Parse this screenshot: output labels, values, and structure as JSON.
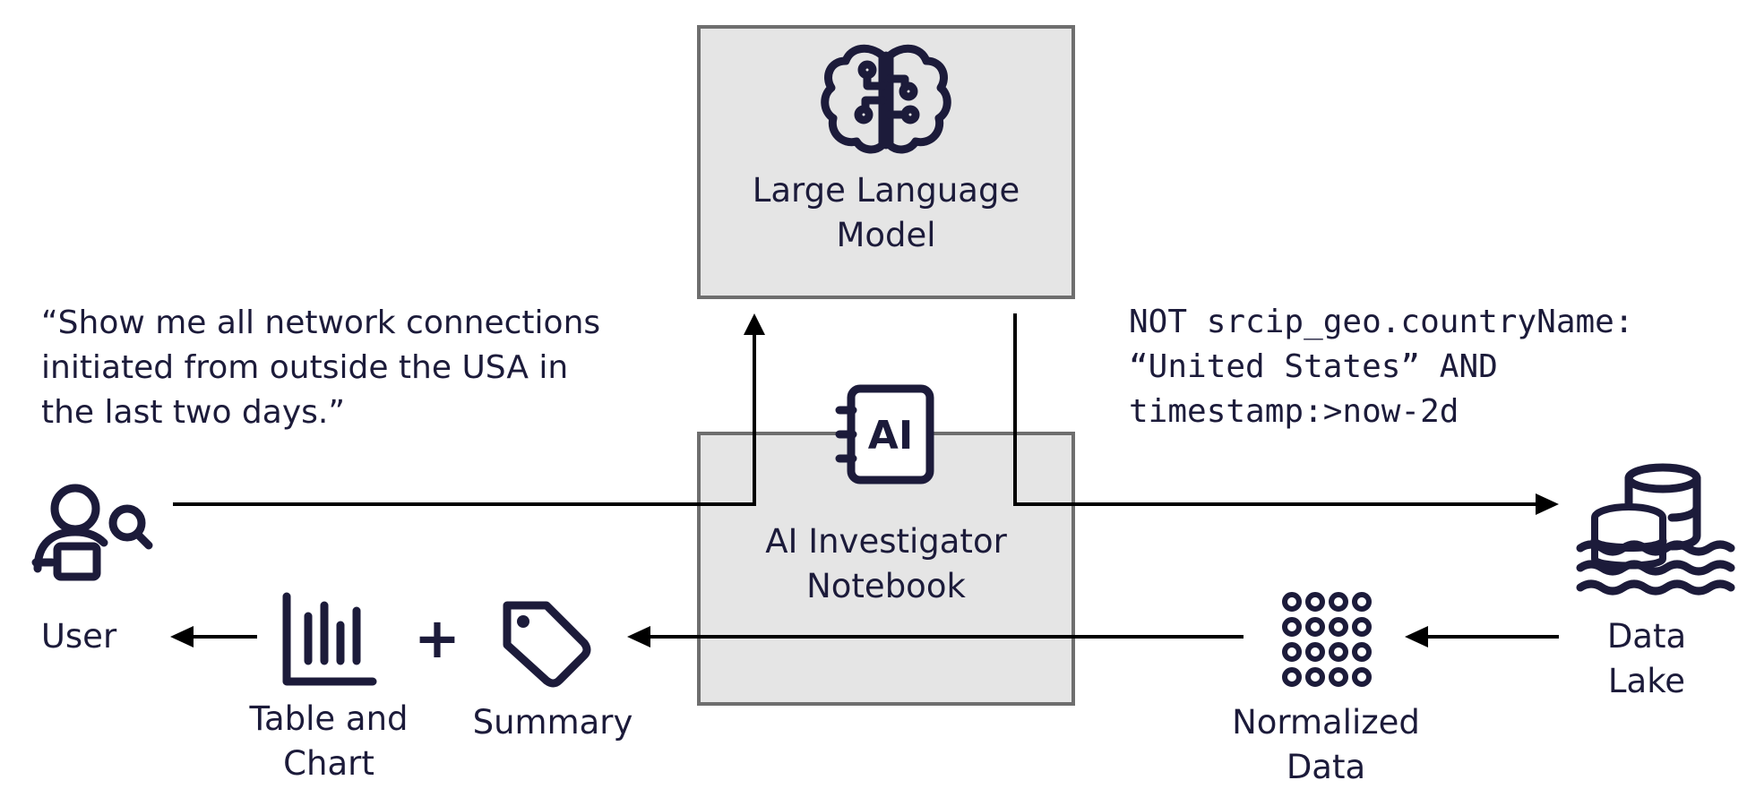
{
  "llm_box": {
    "line1": "Large Language",
    "line2": "Model"
  },
  "notebook_box": {
    "line1": "AI Investigator",
    "line2": "Notebook",
    "badge": "AI"
  },
  "query": {
    "line1": "“Show me all network connections",
    "line2": "initiated from outside the USA in",
    "line3": "the last two days.”"
  },
  "generated_query": {
    "line1": "NOT srcip_geo.countryName:",
    "line2": "“United States” AND",
    "line3": "timestamp:>now-2d"
  },
  "user": {
    "label": "User"
  },
  "table_chart": {
    "line1": "Table and",
    "line2": "Chart"
  },
  "plus": "+",
  "summary": {
    "label": "Summary"
  },
  "normalized": {
    "line1": "Normalized",
    "line2": "Data"
  },
  "data_lake": {
    "line1": "Data",
    "line2": "Lake"
  },
  "colors": {
    "icon": "#1c1b3a",
    "box_fill": "#e5e5e5",
    "box_stroke": "#6e6e6e",
    "arrow": "#000000"
  }
}
